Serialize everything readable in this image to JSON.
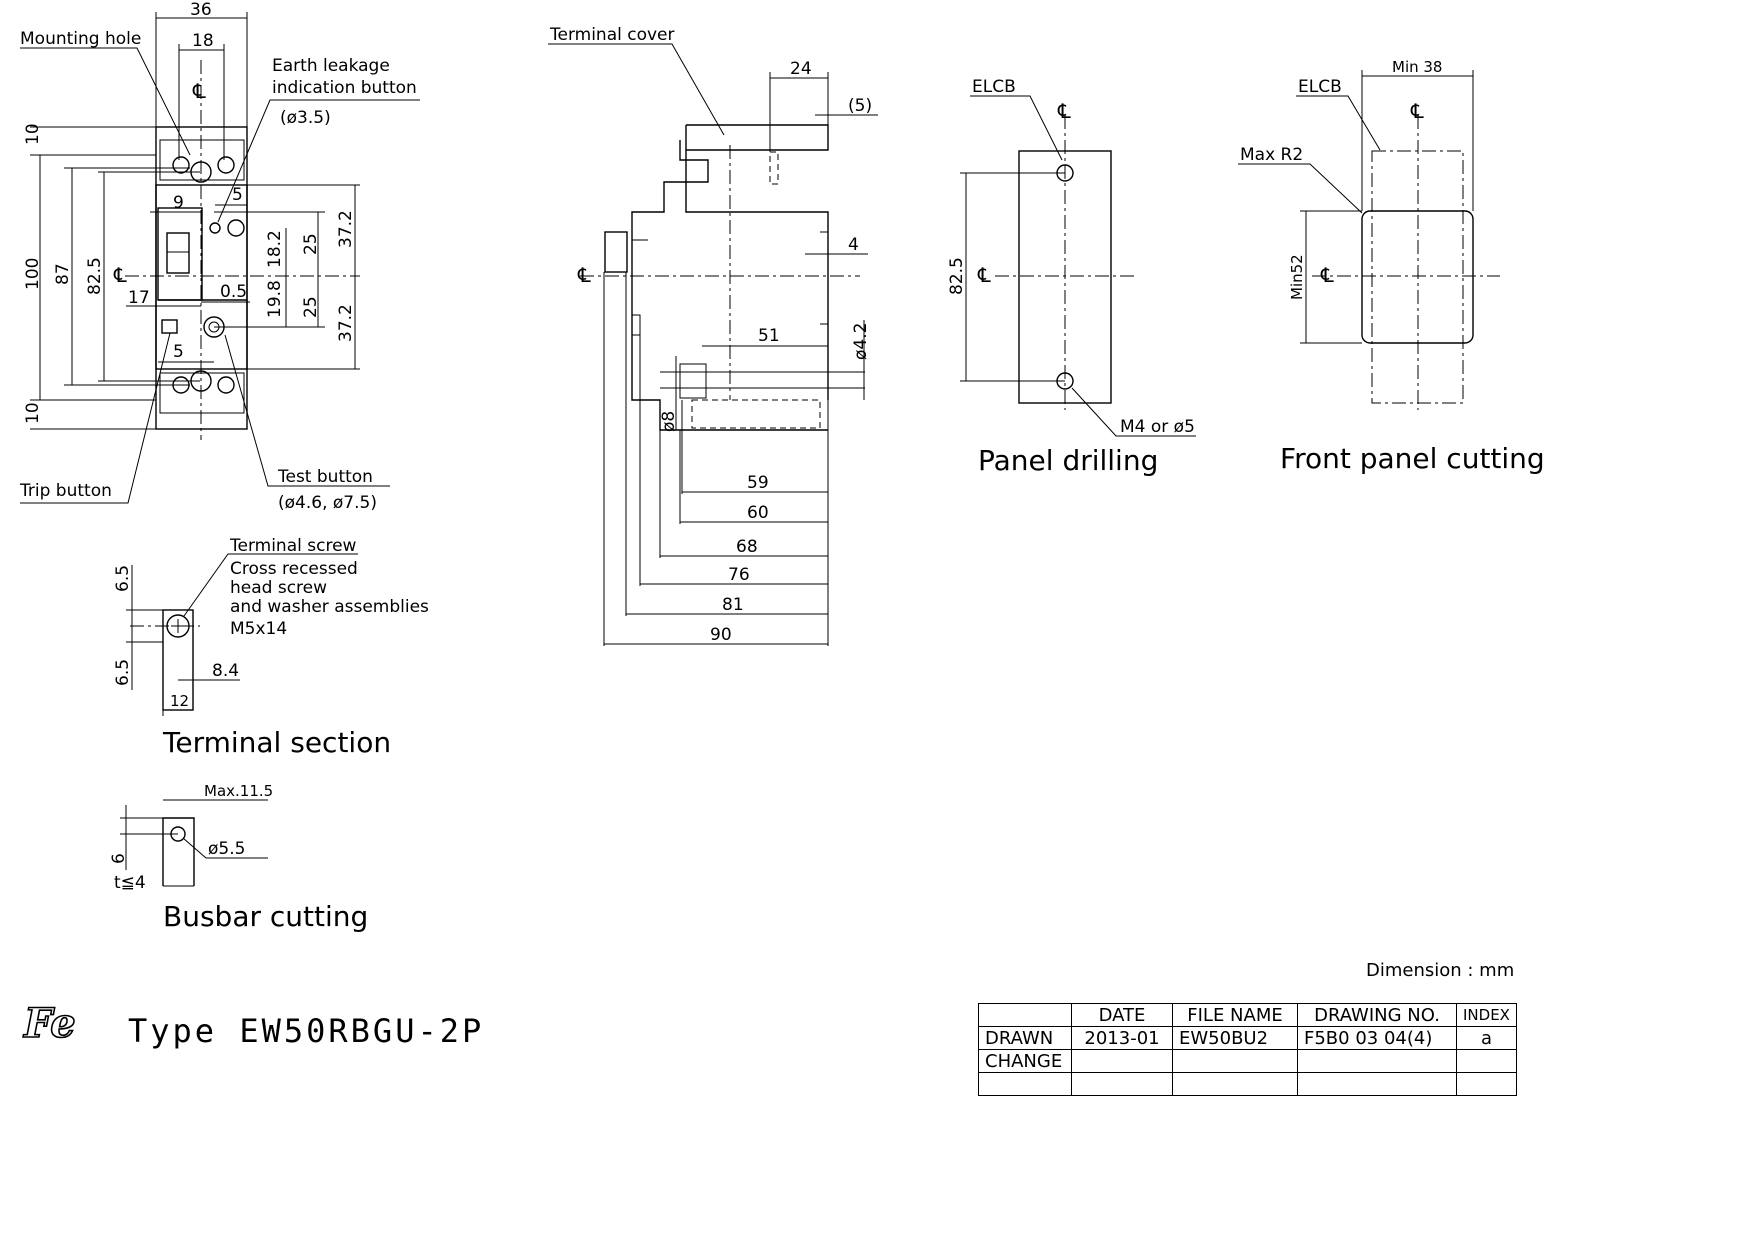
{
  "front_view": {
    "dims": {
      "w36": "36",
      "w18": "18",
      "h10_top": "10",
      "h100": "100",
      "h87": "87",
      "h82_5": "82.5",
      "w9": "9",
      "w5_top": "5",
      "w17": "17",
      "w0_5": "0.5",
      "w5_bottom": "5",
      "h10_bottom": "10",
      "h18_2": "18.2",
      "h19_8": "19.8",
      "h25_top": "25",
      "h25_bottom": "25",
      "h37_2_top": "37.2",
      "h37_2_bottom": "37.2"
    },
    "labels": {
      "mounting_hole": "Mounting hole",
      "earth_leakage_1": "Earth leakage",
      "earth_leakage_2": "indication button",
      "earth_leakage_dia": "(ø3.5)",
      "trip_button": "Trip button",
      "test_button": "Test button",
      "test_button_dia": "(ø4.6, ø7.5)"
    }
  },
  "side_view": {
    "labels": {
      "terminal_cover": "Terminal cover"
    },
    "dims": {
      "d24": "24",
      "d5": "(5)",
      "d4": "4",
      "d51": "51",
      "d4_2": "ø4.2",
      "d8": "ø8",
      "d59": "59",
      "d60": "60",
      "d68": "68",
      "d76": "76",
      "d81": "81",
      "d90": "90"
    }
  },
  "terminal_section": {
    "title": "Terminal section",
    "labels": {
      "screw_title": "Terminal screw",
      "screw_1": "Cross recessed",
      "screw_2": "head screw",
      "screw_3": "and washer assemblies",
      "screw_4": "M5x14"
    },
    "dims": {
      "h6_5_top": "6.5",
      "h6_5_bottom": "6.5",
      "w8_4": "8.4",
      "w12": "12"
    }
  },
  "busbar": {
    "title": "Busbar cutting",
    "dims": {
      "max": "Max.11.5",
      "dia": "ø5.5",
      "h6": "6",
      "t": "t≦4"
    }
  },
  "panel_drilling": {
    "title": "Panel drilling",
    "labels": {
      "elcb": "ELCB",
      "hole": "M4 or ø5"
    },
    "dims": {
      "h82_5": "82.5"
    }
  },
  "front_panel": {
    "title": "Front panel cutting",
    "labels": {
      "elcb": "ELCB",
      "max_r": "Max R2"
    },
    "dims": {
      "min38": "Min 38",
      "min52": "Min52"
    }
  },
  "centerline_symbol": "℄",
  "footer": {
    "logo": "Fe",
    "model": "Type  EW50RBGU-2P",
    "units": "Dimension : mm",
    "table": {
      "headers": [
        "",
        "DATE",
        "FILE NAME",
        "DRAWING NO.",
        "INDEX"
      ],
      "rows": [
        [
          "DRAWN",
          "2013-01",
          "EW50BU2",
          "F5B0 03 04(4)",
          "a"
        ],
        [
          "CHANGE",
          "",
          "",
          "",
          ""
        ],
        [
          "",
          "",
          "",
          "",
          ""
        ]
      ]
    }
  }
}
